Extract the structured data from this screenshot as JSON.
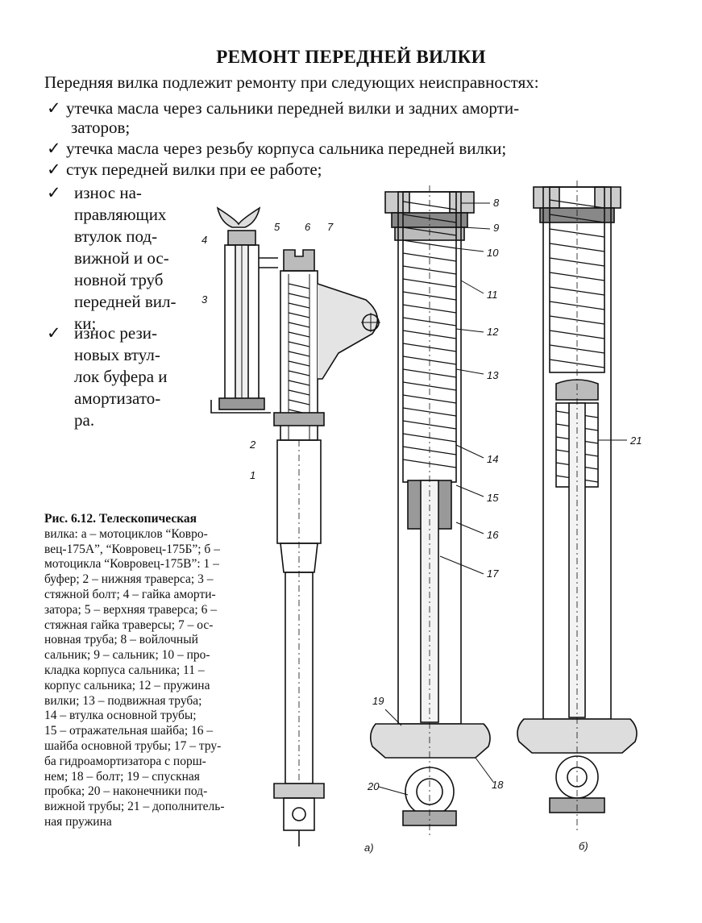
{
  "title": "РЕМОНТ ПЕРЕДНЕЙ ВИЛКИ",
  "intro": "Передняя вилка подлежит ремонту при следующих неисправностях:",
  "check_mark": "✓",
  "items": [
    {
      "lines": [
        "утечка масла через сальники передней вилки и задних аморти-",
        "заторов;"
      ]
    },
    {
      "lines": [
        "утечка масла через резьбу корпуса сальника передней вилки;"
      ]
    },
    {
      "lines": [
        "стук передней вилки при ее работе;"
      ]
    },
    {
      "lines": [
        "износ на-",
        "правляющих",
        "втулок под-",
        "вижной и ос-",
        "новной труб",
        "передней вил-",
        "ки;"
      ]
    },
    {
      "lines": [
        "износ рези-",
        "новых втул-",
        "лок буфера и",
        "амортизато-",
        "ра."
      ]
    }
  ],
  "caption": {
    "head": "Рис. 6.12. Телескопическая",
    "lines": [
      "вилка: а – мотоциклов “Ковро-",
      "вец-175А”, “Ковровец-175Б”; б –",
      "мотоцикла “Ковровец-175В”: 1 –",
      "буфер; 2 – нижняя траверса; 3 –",
      "стяжной болт; 4 – гайка аморти-",
      "затора; 5 – верхняя траверса; 6 –",
      "стяжная гайка траверсы; 7 – ос-",
      "новная труба; 8 – войлочный",
      "сальник; 9 – сальник; 10 – про-",
      "кладка корпуса сальника; 11 –",
      "корпус сальника; 12 – пружина",
      "вилки; 13 – подвижная труба;",
      "14 – втулка основной трубы;",
      "15 – отражательная шайба; 16 –",
      "шайба основной трубы; 17 – тру-",
      "ба гидроамортизатора с порш-",
      "нем; 18 – болт; 19 – спускная",
      "пробка; 20 – наконечники под-",
      "вижной трубы; 21 – дополнитель-",
      "ная пружина"
    ]
  },
  "figure_labels": {
    "left": [
      "4",
      "3",
      "5",
      "6",
      "7",
      "2",
      "1"
    ],
    "a": [
      "8",
      "9",
      "10",
      "11",
      "12",
      "13",
      "14",
      "15",
      "16",
      "17",
      "18",
      "19",
      "20"
    ],
    "b": [
      "21"
    ],
    "sub_a": "а)",
    "sub_b": "б)"
  }
}
